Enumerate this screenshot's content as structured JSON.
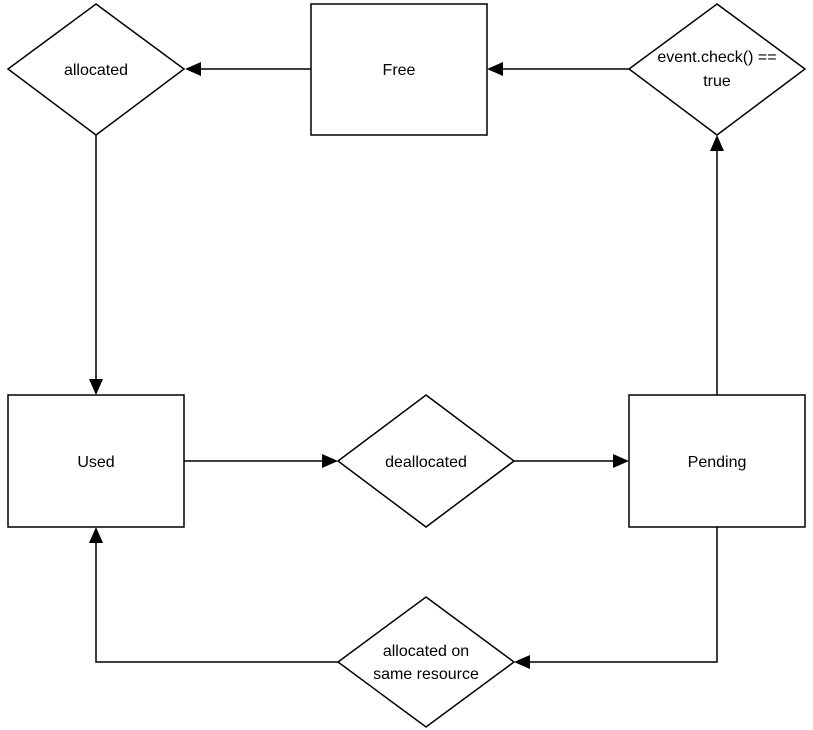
{
  "diagram": {
    "nodes": {
      "free": {
        "label": "Free",
        "shape": "rectangle"
      },
      "used": {
        "label": "Used",
        "shape": "rectangle"
      },
      "pending": {
        "label": "Pending",
        "shape": "rectangle"
      },
      "allocated": {
        "label": "allocated",
        "shape": "diamond"
      },
      "deallocated": {
        "label": "deallocated",
        "shape": "diamond"
      },
      "event_check": {
        "label_line1": "event.check() ==",
        "label_line2": "true",
        "shape": "diamond"
      },
      "allocated_same": {
        "label_line1": "allocated on",
        "label_line2": "same resource",
        "shape": "diamond"
      }
    },
    "edges": [
      {
        "from": "free",
        "to": "allocated"
      },
      {
        "from": "allocated",
        "to": "used"
      },
      {
        "from": "used",
        "to": "deallocated"
      },
      {
        "from": "deallocated",
        "to": "pending"
      },
      {
        "from": "pending",
        "to": "event_check"
      },
      {
        "from": "event_check",
        "to": "free"
      },
      {
        "from": "pending",
        "to": "allocated_same"
      },
      {
        "from": "allocated_same",
        "to": "used"
      }
    ],
    "colors": {
      "stroke": "#000000",
      "fill": "#ffffff",
      "text": "#000000"
    }
  }
}
